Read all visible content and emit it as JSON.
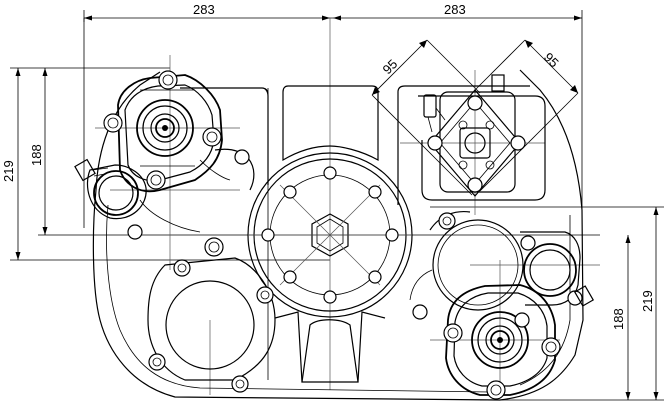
{
  "dimensions": {
    "top_left_width": "283",
    "top_right_width": "283",
    "left_outer_height": "219",
    "left_inner_height": "188",
    "right_outer_height": "219",
    "right_inner_height": "188",
    "diagonal_left": "95",
    "diagonal_right": "95"
  }
}
